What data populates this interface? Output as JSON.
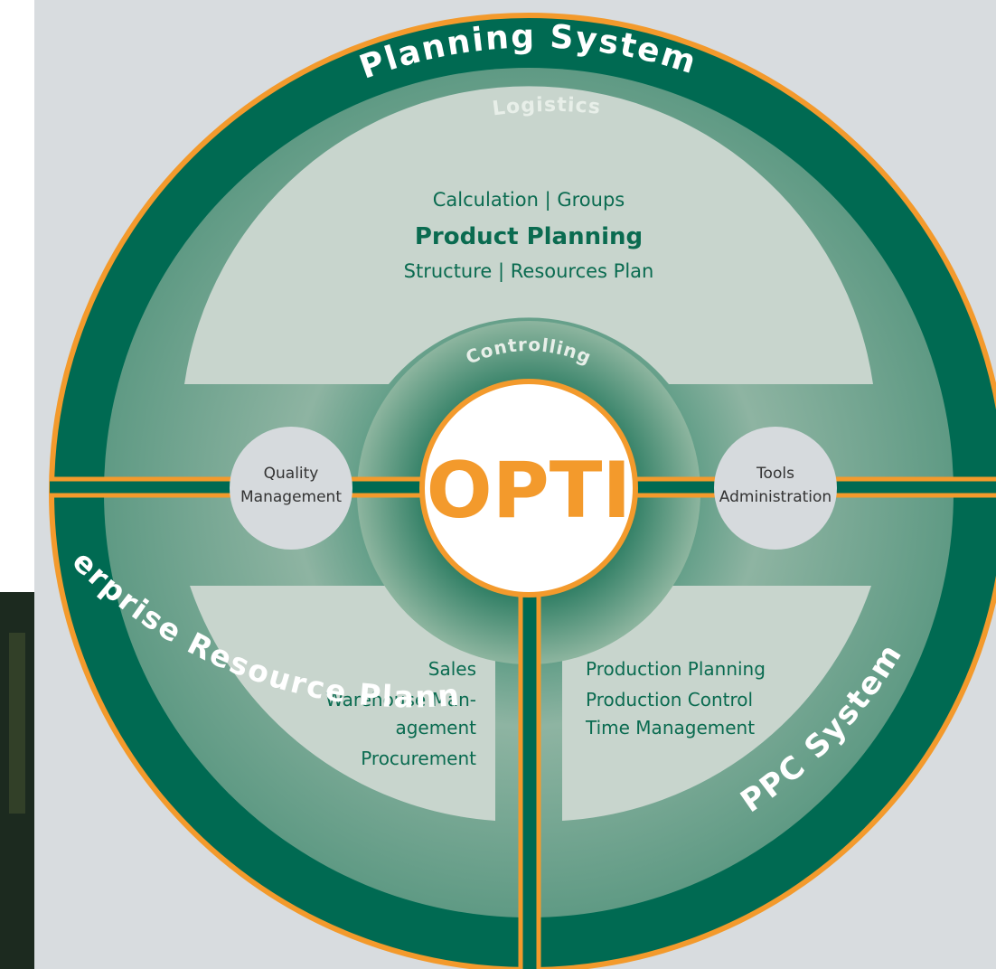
{
  "colors": {
    "background": "#d8dcdf",
    "ring": "#006a52",
    "outline": "#f39a2c",
    "panel": "#c8d5cd",
    "hub_text": "#f39a2c",
    "hub_fill": "#ffffff",
    "label_text": "#0a6b50",
    "node_fill": "#d6dadd",
    "node_text": "#333333"
  },
  "outer_ring": {
    "top": "Planning System",
    "bottom_left": "Enterprise Resource Planning",
    "bottom_right": "PPC System"
  },
  "inner_ring": {
    "top": "Logistics",
    "middle": "Controlling"
  },
  "hub": {
    "label": "OPTI"
  },
  "nodes": {
    "left": {
      "line1": "Quality",
      "line2": "Management"
    },
    "right": {
      "line1": "Tools",
      "line2": "Administration"
    }
  },
  "top_panel": {
    "line1": "Calculation | Groups",
    "line2": "Product Planning",
    "line3": "Structure | Resources Plan"
  },
  "left_panel": {
    "lines": [
      "Sales",
      "Warehouse Man-",
      "agement",
      "Procurement"
    ]
  },
  "right_panel": {
    "lines": [
      "Production Planning",
      "Production Control",
      "Time Management"
    ]
  }
}
